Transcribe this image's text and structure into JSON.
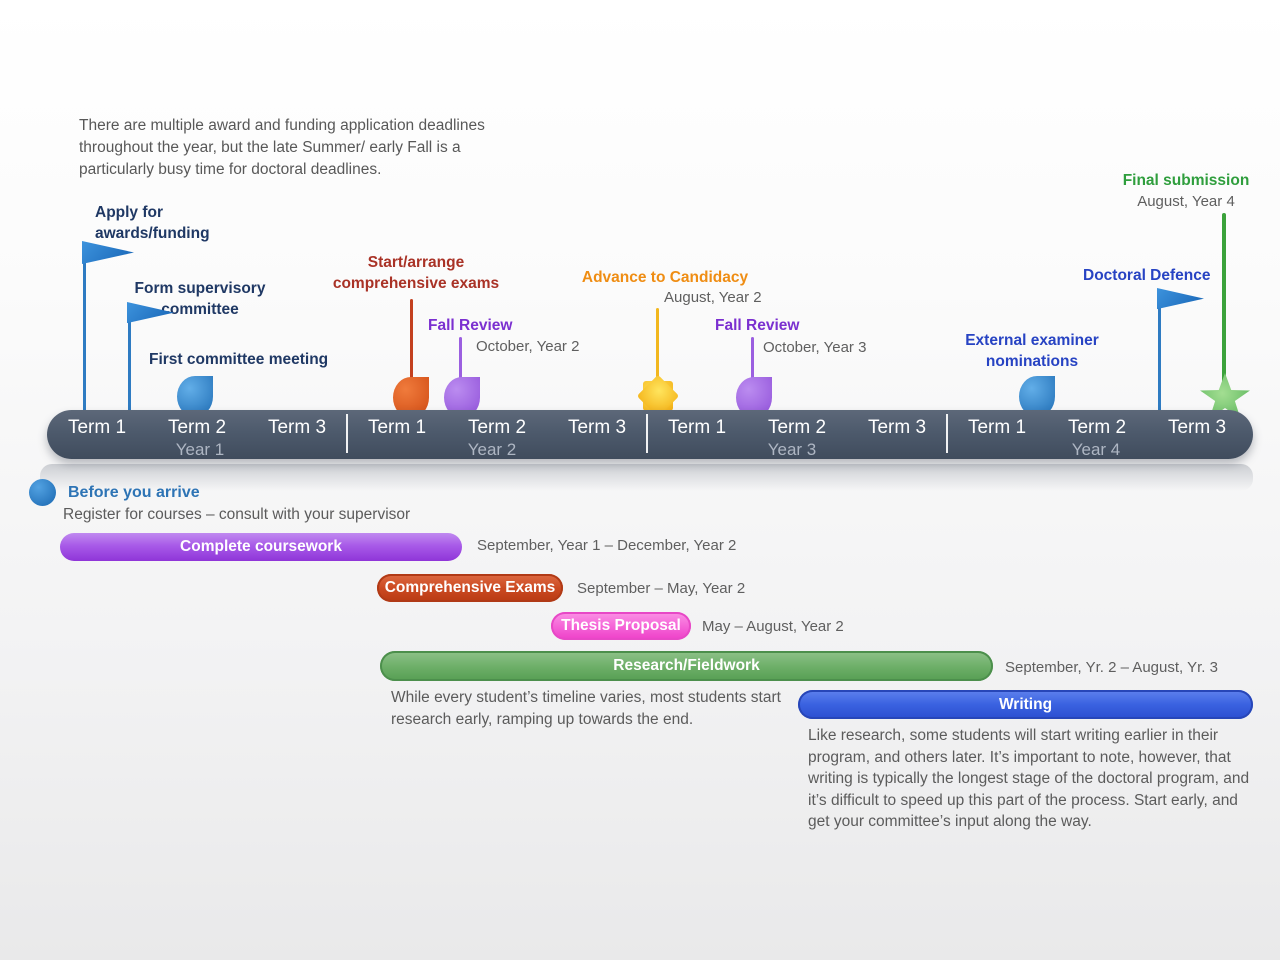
{
  "intro": "There are multiple award and funding application deadlines throughout the year, but the late Summer/ early Fall is a particularly busy time for doctoral deadlines.",
  "milestones": {
    "apply": {
      "label": "Apply for\nawards/funding"
    },
    "form_committee": {
      "label": "Form supervisory\ncommittee"
    },
    "first_meeting": {
      "label": "First committee meeting"
    },
    "comprehensive": {
      "label": "Start/arrange\ncomprehensive exams"
    },
    "fall_review_y2": {
      "label": "Fall Review",
      "date": "October, Year 2"
    },
    "candidacy": {
      "label": "Advance to Candidacy",
      "date": "August, Year 2"
    },
    "fall_review_y3": {
      "label": "Fall Review",
      "date": "October, Year 3"
    },
    "external_examiner": {
      "label": "External examiner\nnominations"
    },
    "defence": {
      "label": "Doctoral Defence"
    },
    "final_submission": {
      "label": "Final submission",
      "date": "August, Year 4"
    }
  },
  "timeline": {
    "terms": [
      "Term 1",
      "Term 2",
      "Term 3",
      "Term 1",
      "Term 2",
      "Term 3",
      "Term 1",
      "Term 2",
      "Term 3",
      "Term 1",
      "Term 2",
      "Term 3"
    ],
    "years": [
      "Year 1",
      "Year 2",
      "Year 3",
      "Year 4"
    ]
  },
  "phases": {
    "before_arrive": {
      "label": "Before you arrive",
      "note": "Register for courses – consult with your supervisor"
    },
    "coursework": {
      "label": "Complete coursework",
      "date": "September, Year 1 – December, Year 2"
    },
    "comp_exams": {
      "label": "Comprehensive Exams",
      "date": "September – May, Year 2"
    },
    "thesis_proposal": {
      "label": "Thesis Proposal",
      "date": "May – August,  Year 2"
    },
    "research": {
      "label": "Research/Fieldwork",
      "date": "September, Yr. 2 – August, Yr. 3",
      "note": "While every student’s timeline varies, most students start research early, ramping up towards the end."
    },
    "writing": {
      "label": "Writing",
      "note": "Like research, some students will start writing earlier in their program, and others later.  It’s important to note, however, that writing is typically the longest stage of the doctoral program, and it’s difficult to speed up this part of the process.  Start early, and get your committee’s input along the way."
    }
  },
  "colors": {
    "bar": "#4d5a6c",
    "navy": "#1f3864",
    "royal": "#2743c3",
    "purple": "#7b30d0",
    "orange": "#ef8d13",
    "red": "#a93226",
    "green": "#2f9e3d",
    "phase_purple": "#9b4ae0",
    "phase_red": "#cc4a22",
    "phase_pink": "#f558d8",
    "phase_green": "#64a861",
    "phase_blue": "#3a62e0"
  }
}
